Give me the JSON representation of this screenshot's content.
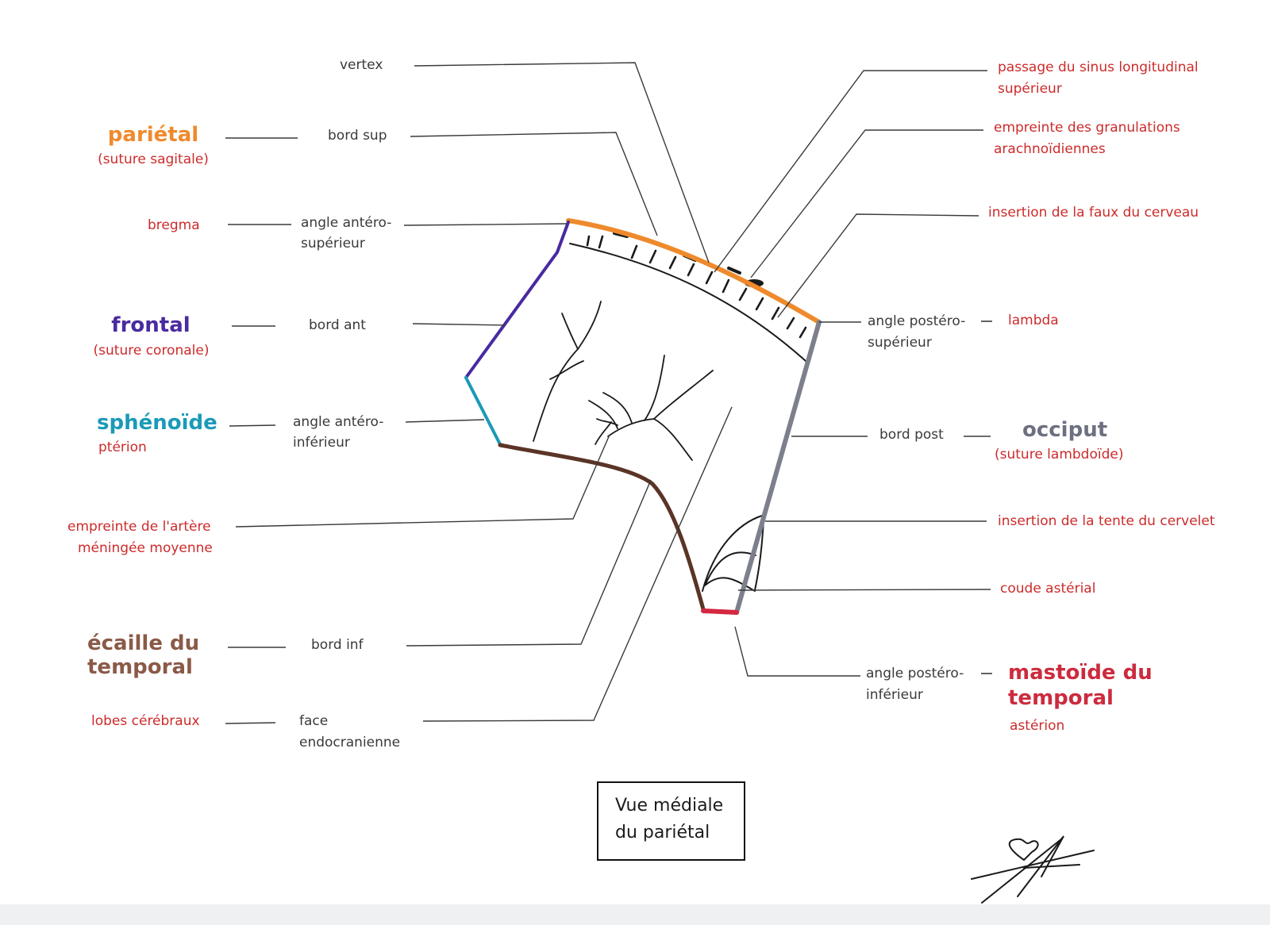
{
  "colors": {
    "parietal": "#ef8a2c",
    "frontal": "#4a2aa0",
    "sphenoide": "#1a9ab8",
    "ecaille_temporal": "#8a5a48",
    "occiput": "#6c7080",
    "mastoide_temporal": "#cc2b3e",
    "annotation_red": "#cc2b2b",
    "text_dark": "#3a3a3a"
  },
  "left_bones": {
    "parietal": {
      "name": "pariétal",
      "sub": "(suture sagitale)"
    },
    "bregma": "bregma",
    "frontal": {
      "name": "frontal",
      "sub": "(suture coronale)"
    },
    "sphenoide": {
      "name": "sphénoïde",
      "sub": "ptérion"
    },
    "empreinte_artere": [
      "empreinte de l'artère",
      "méningée moyenne"
    ],
    "ecaille": [
      "écaille du",
      "temporal"
    ],
    "lobes": "lobes cérébraux"
  },
  "left_labels": {
    "vertex": "vertex",
    "bord_sup": "bord sup",
    "angle_antero_superieur": [
      "angle antéro-",
      "supérieur"
    ],
    "bord_ant": "bord ant",
    "angle_antero_inferieur": [
      "angle antéro-",
      "inférieur"
    ],
    "bord_inf": "bord inf",
    "face_endocranienne": [
      "face",
      "endocranienne"
    ]
  },
  "right_labels": {
    "passage_sinus": [
      "passage du sinus longitudinal",
      "supérieur"
    ],
    "granulations": [
      "empreinte des granulations",
      "arachnoïdiennes"
    ],
    "faux_cerveau": "insertion de la faux du cerveau",
    "angle_postero_superieur": [
      "angle postéro-",
      "supérieur"
    ],
    "lambda": "lambda",
    "bord_post": "bord post",
    "occiput": {
      "name": "occiput",
      "sub": "(suture lambdoïde)"
    },
    "tente_cervelet": "insertion de la tente du cervelet",
    "coude_asterial": "coude astérial",
    "angle_postero_inferieur": [
      "angle postéro-",
      "inférieur"
    ],
    "mastoide": {
      "name": [
        "mastoïde du",
        "temporal"
      ],
      "sub": "astérion"
    }
  },
  "caption": [
    "Vue médiale",
    "du pariétal"
  ]
}
